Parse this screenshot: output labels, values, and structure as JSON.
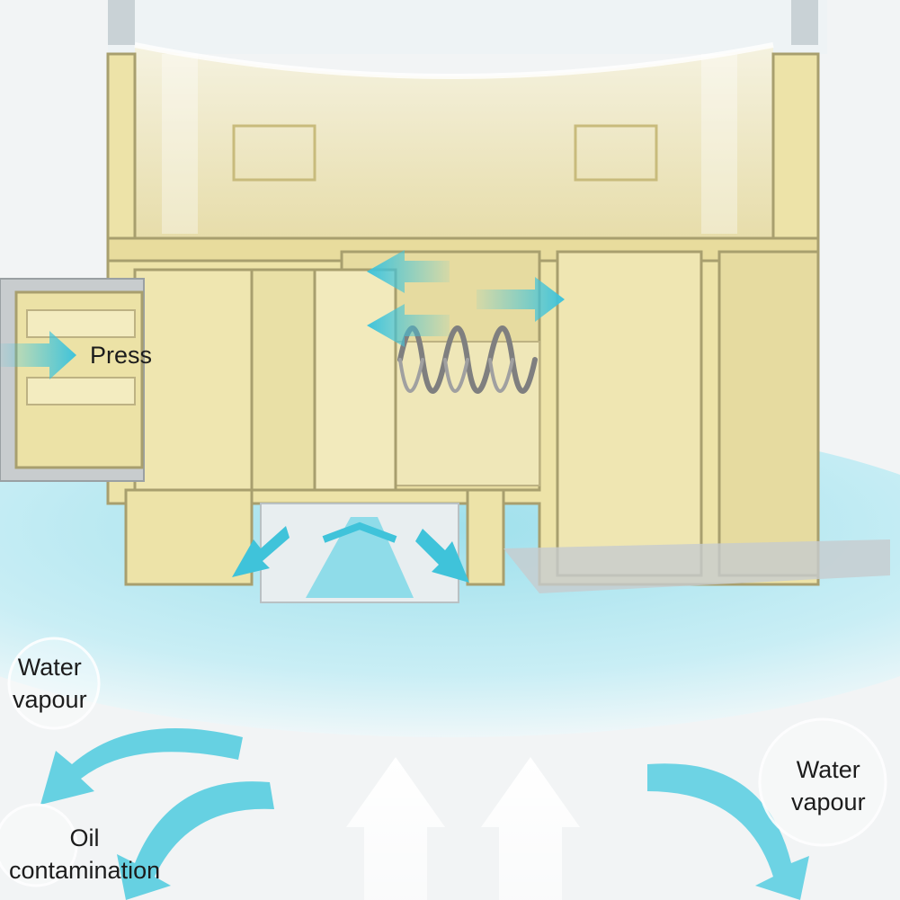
{
  "labels": {
    "press": "Press",
    "water_vapour_left": [
      "Water",
      "vapour"
    ],
    "water_vapour_right": [
      "Water",
      "vapour"
    ],
    "oil_contamination": [
      "Oil",
      "contamination"
    ]
  },
  "colors": {
    "housing": "#ede3a8",
    "housing_edge": "#a89f6e",
    "arrow": "#44c6dc",
    "mist": "#bfe9f1",
    "background": "#f4f6f7",
    "glass": "#eef6f8"
  }
}
